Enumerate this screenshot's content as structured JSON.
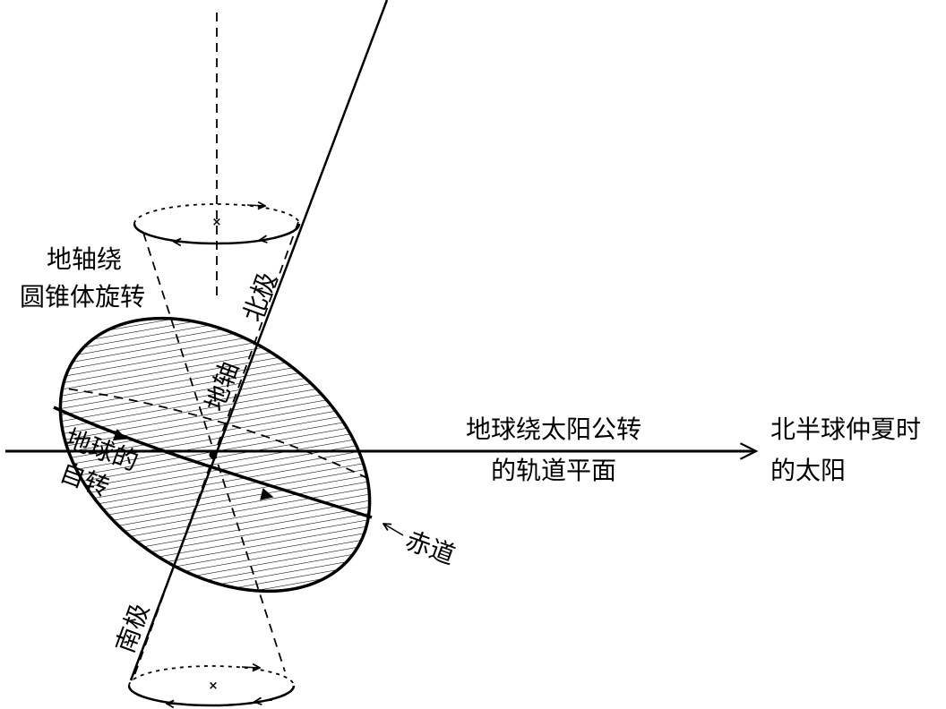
{
  "labels": {
    "precession_line1": "地轴绕",
    "precession_line2": "圆锥体旋转",
    "north_pole": "北极",
    "earth_axis": "地轴",
    "earth_rotation_line1": "地球的",
    "earth_rotation_line2": "自转",
    "orbit_plane_line1": "地球绕太阳公转",
    "orbit_plane_line2": "的轨道平面",
    "sun_line1": "北半球仲夏时",
    "sun_line2": "的太阳",
    "equator": "赤道",
    "south_pole": "南极"
  },
  "colors": {
    "ink": "#000000",
    "background": "#ffffff"
  }
}
